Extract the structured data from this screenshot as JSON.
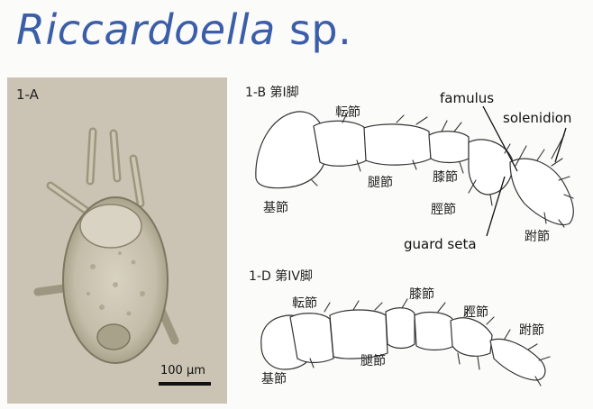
{
  "title": {
    "italic": "Riccardoella",
    "rest": " sp."
  },
  "photo": {
    "label": "1-A",
    "scale": "100 µm"
  },
  "leg1": {
    "heading": "1-B 第I脚",
    "coxa": "基節",
    "trochanter": "転節",
    "femur": "腿節",
    "genu": "膝節",
    "tibia": "脛節",
    "tarsus": "跗節",
    "famulus": "famulus",
    "solenidion": "solenidion",
    "guard_seta": "guard seta"
  },
  "leg4": {
    "heading": "1-D 第IV脚",
    "coxa": "基節",
    "trochanter": "転節",
    "femur": "腿節",
    "genu": "膝節",
    "tibia": "脛節",
    "tarsus": "跗節"
  }
}
